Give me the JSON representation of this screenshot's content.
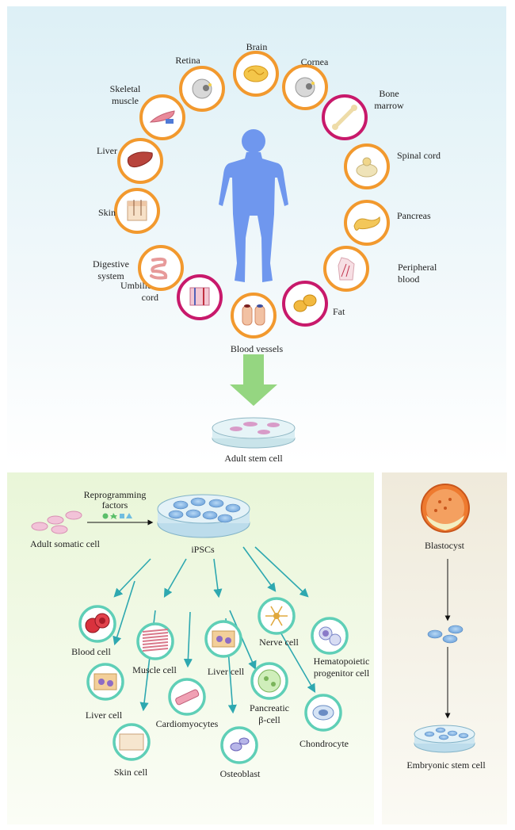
{
  "organs": [
    {
      "label": "Brain",
      "icon": "brain-icon",
      "ring": "#f2992e"
    },
    {
      "label": "Cornea",
      "icon": "eye-icon",
      "ring": "#f2992e"
    },
    {
      "label": "Bone marrow",
      "lines": [
        "Bone",
        "marrow"
      ],
      "icon": "bone-icon",
      "ring": "#c8196b"
    },
    {
      "label": "Spinal cord",
      "icon": "spinal-cord-icon",
      "ring": "#f2992e"
    },
    {
      "label": "Pancreas",
      "icon": "pancreas-icon",
      "ring": "#f2992e"
    },
    {
      "label": "Peripheral blood",
      "lines": [
        "Peripheral",
        "blood"
      ],
      "icon": "blood-hand-icon",
      "ring": "#f2992e"
    },
    {
      "label": "Fat",
      "icon": "fat-icon",
      "ring": "#c8196b"
    },
    {
      "label": "Blood vessels",
      "icon": "blood-vessel-icon",
      "ring": "#f2992e"
    },
    {
      "label": "Umbilical cord",
      "lines": [
        "Umbilical",
        "cord"
      ],
      "icon": "umbilical-cord-icon",
      "ring": "#c8196b"
    },
    {
      "label": "Digestive system",
      "lines": [
        "Digestive",
        "system"
      ],
      "icon": "intestine-icon",
      "ring": "#f2992e"
    },
    {
      "label": "Skin",
      "icon": "skin-icon",
      "ring": "#f2992e"
    },
    {
      "label": "Liver",
      "icon": "liver-icon",
      "ring": "#f2992e"
    },
    {
      "label": "Skeletal muscle",
      "lines": [
        "Skeletal",
        "muscle"
      ],
      "icon": "muscle-icon",
      "ring": "#f2992e"
    },
    {
      "label": "Retina",
      "icon": "eye-icon",
      "ring": "#f2992e"
    }
  ],
  "adult_stem_cell": "Adult stem cell",
  "ipsc": {
    "somatic": "Adult somatic cell",
    "reprogramming": [
      "Reprogramming",
      "factors"
    ],
    "ipscs": "iPSCs",
    "cells": [
      {
        "label": "Blood cell",
        "icon": "red-blood-cell-icon"
      },
      {
        "label": "Muscle cell",
        "icon": "muscle-fiber-icon"
      },
      {
        "label": "Liver cell",
        "icon": "liver-cell-icon"
      },
      {
        "label": "Nerve cell",
        "icon": "neuron-icon"
      },
      {
        "label": "Hematopoietic progenitor cell",
        "lines": [
          "Hematopoietic",
          "progenitor cell"
        ],
        "icon": "progenitor-cell-icon"
      },
      {
        "label": "Liver cell",
        "icon": "liver-cell-icon"
      },
      {
        "label": "Cardiomyocytes",
        "icon": "cardiomyocyte-icon"
      },
      {
        "label": "Pancreatic β-cell",
        "lines": [
          "Pancreatic",
          "β-cell"
        ],
        "icon": "beta-cell-icon"
      },
      {
        "label": "Chondrocyte",
        "icon": "chondrocyte-icon"
      },
      {
        "label": "Skin cell",
        "icon": "skin-cell-icon"
      },
      {
        "label": "Osteoblast",
        "icon": "osteoblast-icon"
      }
    ]
  },
  "esc": {
    "blastocyst": "Blastocyst",
    "embryonic": "Embryonic stem cell"
  },
  "colors": {
    "ring_orange": "#f2992e",
    "ring_magenta": "#c8196b",
    "ring_teal": "#5fcfb7",
    "body_blue": "#6f97ee",
    "down_arrow": "#8fd47a",
    "arrow_teal": "#2ea8b0"
  }
}
